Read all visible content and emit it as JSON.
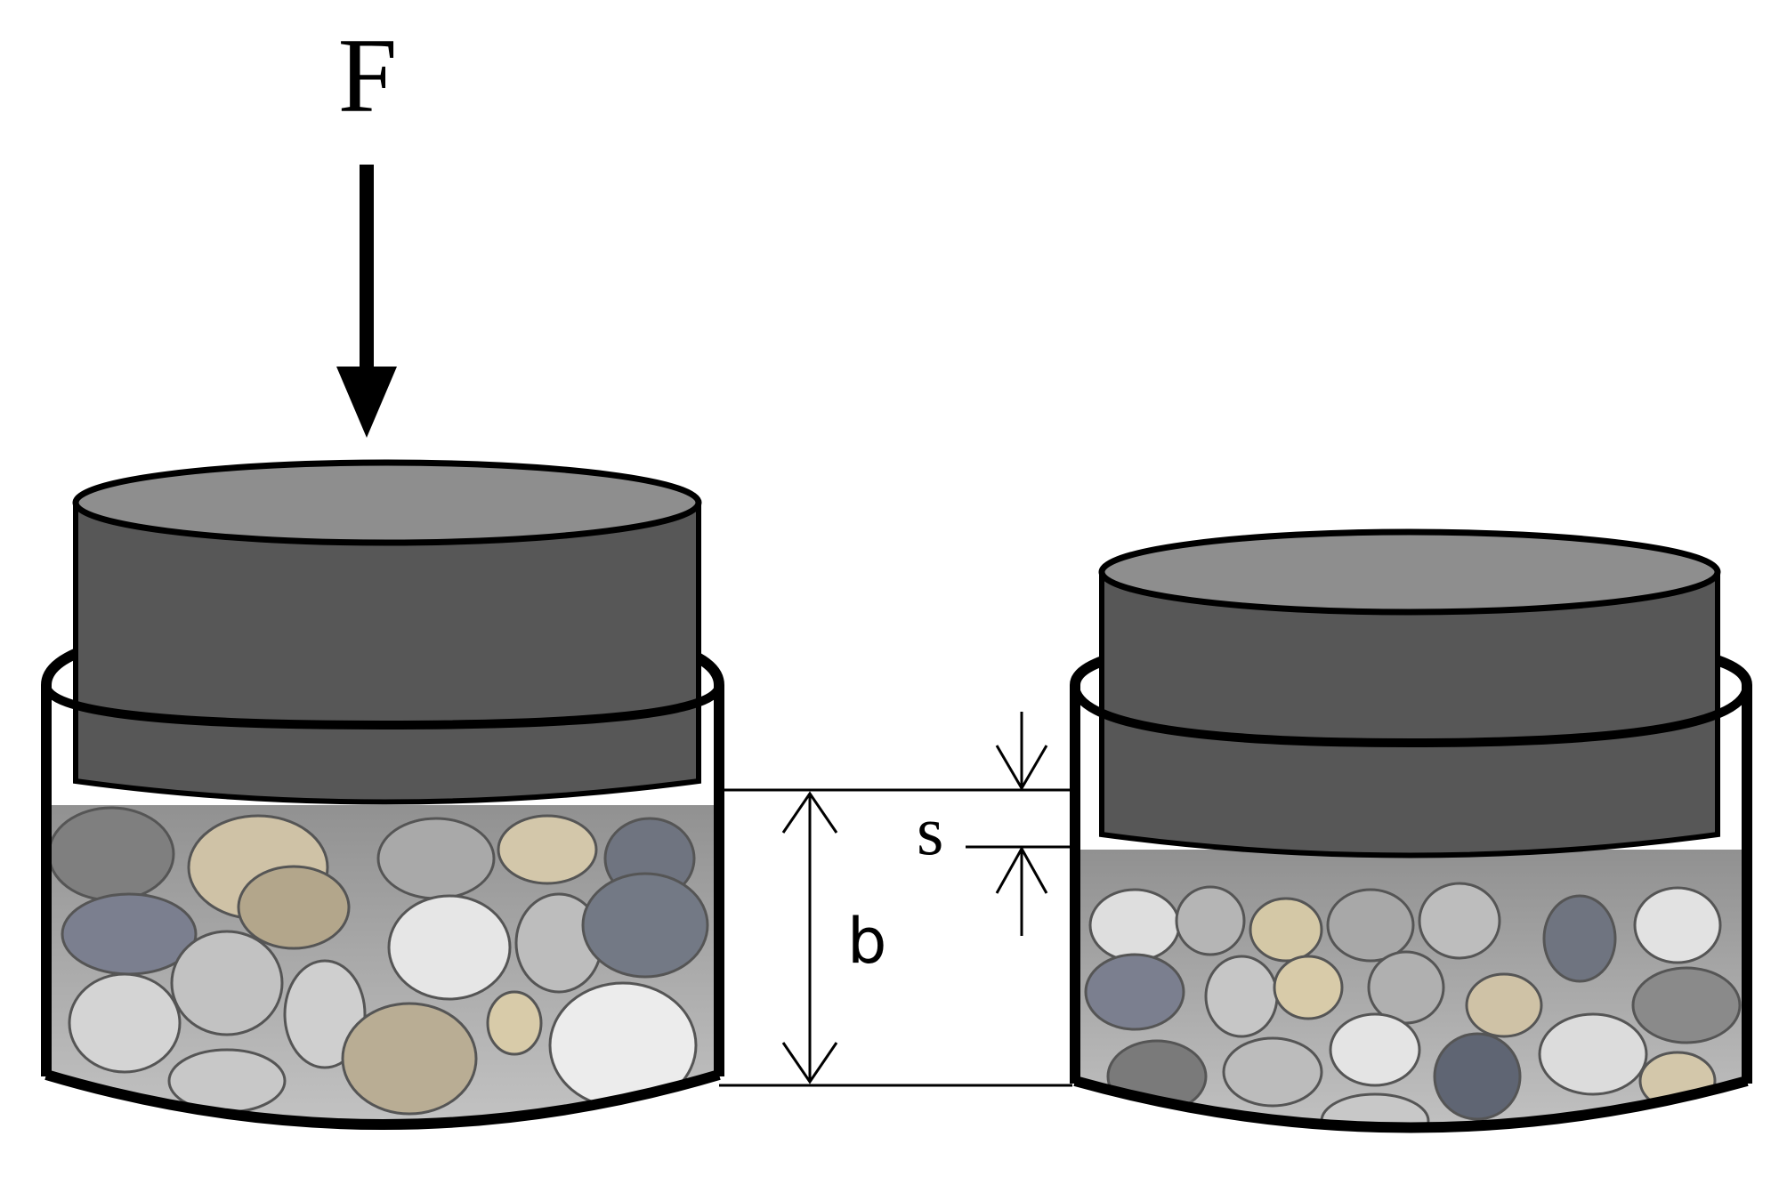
{
  "labels": {
    "force": "F",
    "initial_height": "b",
    "settlement": "s"
  },
  "colors": {
    "outline": "#000000",
    "piston_side": "#575757",
    "piston_top": "#8e8e8e",
    "background": "#ffffff"
  },
  "icons": {
    "force_arrow": "arrow-down-icon",
    "dimension_arrows": "double-arrow-icon"
  }
}
